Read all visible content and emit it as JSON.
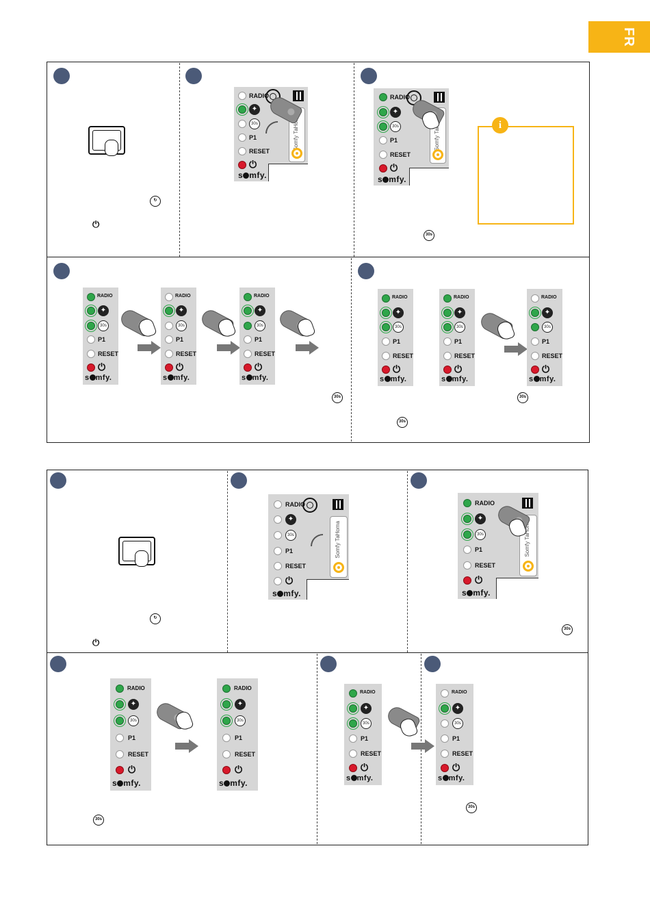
{
  "language_tab": "FR",
  "panel_labels": {
    "radio": "RADIO",
    "p1": "P1",
    "reset": "RESET",
    "timer": "30s",
    "brand": "s",
    "brand_rest": "mfy.",
    "device_text": "Somfy TaHoma"
  },
  "info_icon": "i",
  "icons": {
    "step_badge": "step-number-circle",
    "press_button": "touch-button-icon",
    "wifi": "radio-signal-icon",
    "power": "power-icon",
    "timer": "30s-timer-icon",
    "arrow": "arrow-right-icon",
    "remote": "remote-control-icon"
  },
  "inline_texts": {
    "timer": "30s",
    "power": "⏻",
    "signal": "↻"
  },
  "colors": {
    "accent": "#f7b416",
    "step_badge": "#4b5a78",
    "led_green": "#2fa64a",
    "led_red": "#d8192b",
    "panel_gray": "#d6d6d6"
  }
}
